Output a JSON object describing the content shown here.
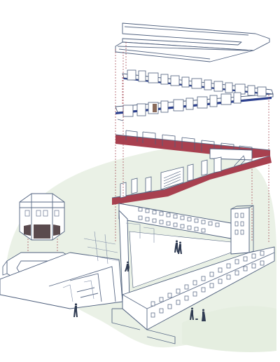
{
  "colors": {
    "ink": "#4d5e7c",
    "slab_red": "#a8404f",
    "slab_blue": "#2b3f8f",
    "ground_green": "#e8f0e4",
    "tower_dark": "#5a4a4e"
  },
  "diagram": {
    "type": "exploded-axonometric",
    "layers": [
      {
        "id": "roof",
        "fill": "none"
      },
      {
        "id": "floor-upper",
        "fill": "blue-edged"
      },
      {
        "id": "floor-middle",
        "fill": "red"
      },
      {
        "id": "floor-lower",
        "fill": "red"
      },
      {
        "id": "ground",
        "fill": "none"
      }
    ]
  }
}
